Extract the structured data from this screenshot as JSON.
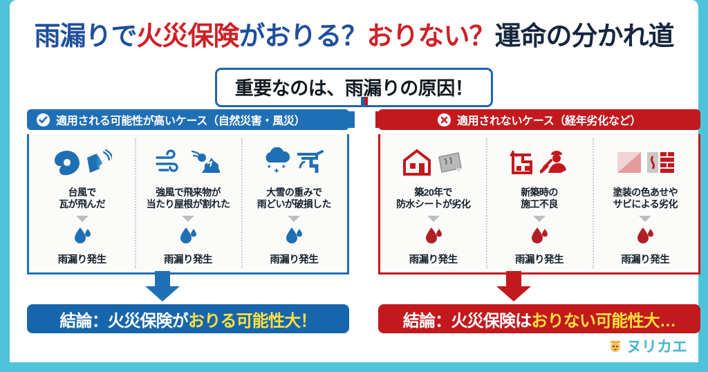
{
  "theme": {
    "teal": "#4fc3d9",
    "blue": "#1f6fb5",
    "blue_dark": "#1f4e9c",
    "red": "#c2191d",
    "red_bright": "#cf2026",
    "highlight_yellow": "#ffe23d",
    "text_dark": "#16202c"
  },
  "title": {
    "part1": "雨漏りで",
    "part2": "火災保険",
    "part3": "が",
    "part4": "おりる？",
    "part5": "おりない？",
    "part6": "運命の分かれ道"
  },
  "subtitle": {
    "text": "重要なのは、雨漏りの原因！"
  },
  "left_panel": {
    "badge_icon": "check-icon",
    "header": "適用される可能性が高いケース（自然災害・風災）",
    "cases": [
      {
        "icons": [
          "typhoon-icon",
          "flying-roof-tile-icon"
        ],
        "cause": "台風で\n瓦が飛んだ",
        "result": "雨漏り発生",
        "drop_icon": "water-drop-icon"
      },
      {
        "icons": [
          "wind-icon",
          "debris-hitting-roof-icon"
        ],
        "cause": "強風で飛来物が\n当たり屋根が割れた",
        "result": "雨漏り発生",
        "drop_icon": "water-drop-icon"
      },
      {
        "icons": [
          "snow-cloud-icon",
          "broken-gutter-icon"
        ],
        "cause": "大雪の重みで\n雨どいが破損した",
        "result": "雨漏り発生",
        "drop_icon": "water-drop-icon"
      }
    ],
    "conclusion": {
      "prefix": "結論：火災保険が",
      "highlight": "おりる可能性大！"
    }
  },
  "right_panel": {
    "badge_icon": "cross-icon",
    "header": "適用されないケース（経年劣化など）",
    "cases": [
      {
        "icons": [
          "house-icon",
          "degraded-sheet-icon"
        ],
        "cause": "築20年で\n防水シートが劣化",
        "result": "雨漏り発生",
        "drop_icon": "water-drop-icon"
      },
      {
        "icons": [
          "crane-icon",
          "worker-icon"
        ],
        "cause": "新築時の\n施工不良",
        "result": "雨漏り発生",
        "drop_icon": "water-drop-icon"
      },
      {
        "icons": [
          "faded-paint-icon",
          "rusted-wall-icon"
        ],
        "cause": "塗装の色あせや\nサビによる劣化",
        "result": "雨漏り発生",
        "drop_icon": "water-drop-icon"
      }
    ],
    "conclusion": {
      "prefix": "結論：火災保険は",
      "highlight": "おりない可能性大…"
    }
  },
  "logo": {
    "mark_icon": "nurikae-mascot-icon",
    "text": "ヌリカエ"
  }
}
